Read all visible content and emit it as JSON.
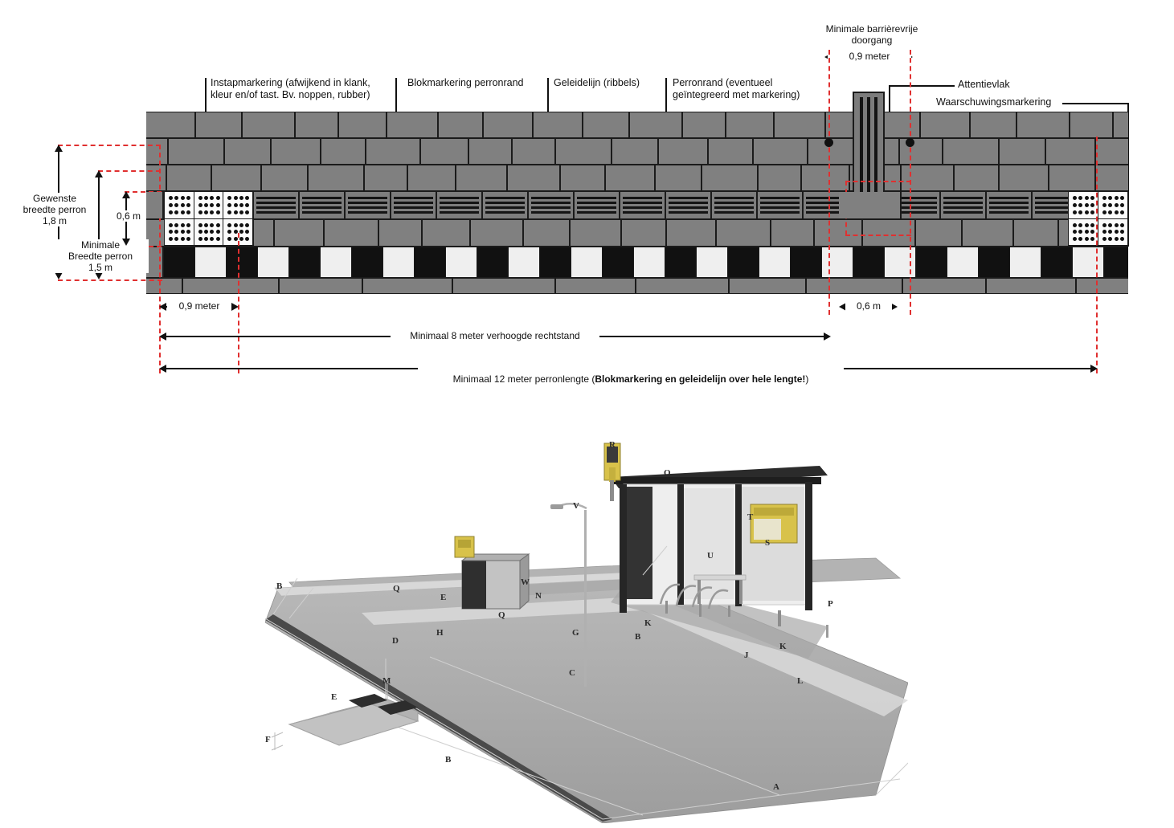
{
  "diagram": {
    "title_labels": [
      {
        "id": "instapmarkering",
        "text": "Instapmarkering (afwijkend in klank,\nkleur en/of tast. Bv. noppen, rubber)"
      },
      {
        "id": "blokmarkering",
        "text": "Blokmarkering perronrand"
      },
      {
        "id": "geleidelijn",
        "text": "Geleidelijn (ribbels)"
      },
      {
        "id": "perronrand",
        "text": "Perronrand (eventueel\ngeïntegreerd met markering)"
      },
      {
        "id": "barrierevrije-doorgang",
        "text": "Minimale barrièrevrije\ndoorgang"
      },
      {
        "id": "attentievlak",
        "text": "Attentievlak"
      },
      {
        "id": "waarschuwingsmarkering",
        "text": "Waarschuwingsmarkering"
      }
    ],
    "dimensions": {
      "gewenste_breedte": "Gewenste\nbreedte perron\n1,8 m",
      "minimale_breedte": "Minimale\nBreedte perron\n1,5 m",
      "hoogte_06": "0,6 m",
      "doorgang_09": "0,9 meter",
      "instap_09": "0,9 meter",
      "attentie_06": "0,6 m",
      "rechtstand": "Minimaal 8 meter verhoogde rechtstand",
      "perronlengte_plain": "Minimaal 12 meter perronlengte (",
      "perronlengte_bold": "Blokmarkering en geleidelijn over hele lengte!",
      "perronlengte_close": ")"
    },
    "colors": {
      "paving_gray": "#808080",
      "mortar": "#1b1b1b",
      "block_dark": "#111111",
      "block_light": "#efefef",
      "guide_red": "#e03030",
      "tactile_white": "#fbfbfb"
    }
  },
  "illustration": {
    "callouts": [
      {
        "id": "A",
        "label": "A"
      },
      {
        "id": "B",
        "label": "B"
      },
      {
        "id": "C",
        "label": "C"
      },
      {
        "id": "D",
        "label": "D"
      },
      {
        "id": "E",
        "label": "E"
      },
      {
        "id": "F",
        "label": "F"
      },
      {
        "id": "G",
        "label": "G"
      },
      {
        "id": "H",
        "label": "H"
      },
      {
        "id": "J",
        "label": "J"
      },
      {
        "id": "K",
        "label": "K"
      },
      {
        "id": "K2",
        "label": "K"
      },
      {
        "id": "L",
        "label": "L"
      },
      {
        "id": "M",
        "label": "M"
      },
      {
        "id": "N",
        "label": "N"
      },
      {
        "id": "O",
        "label": "O"
      },
      {
        "id": "P",
        "label": "P"
      },
      {
        "id": "Q",
        "label": "Q"
      },
      {
        "id": "Q2",
        "label": "Q"
      },
      {
        "id": "R",
        "label": "R"
      },
      {
        "id": "S",
        "label": "S"
      },
      {
        "id": "T",
        "label": "T"
      },
      {
        "id": "U",
        "label": "U"
      },
      {
        "id": "V",
        "label": "V"
      },
      {
        "id": "W",
        "label": "W"
      },
      {
        "id": "B2",
        "label": "B"
      }
    ]
  }
}
